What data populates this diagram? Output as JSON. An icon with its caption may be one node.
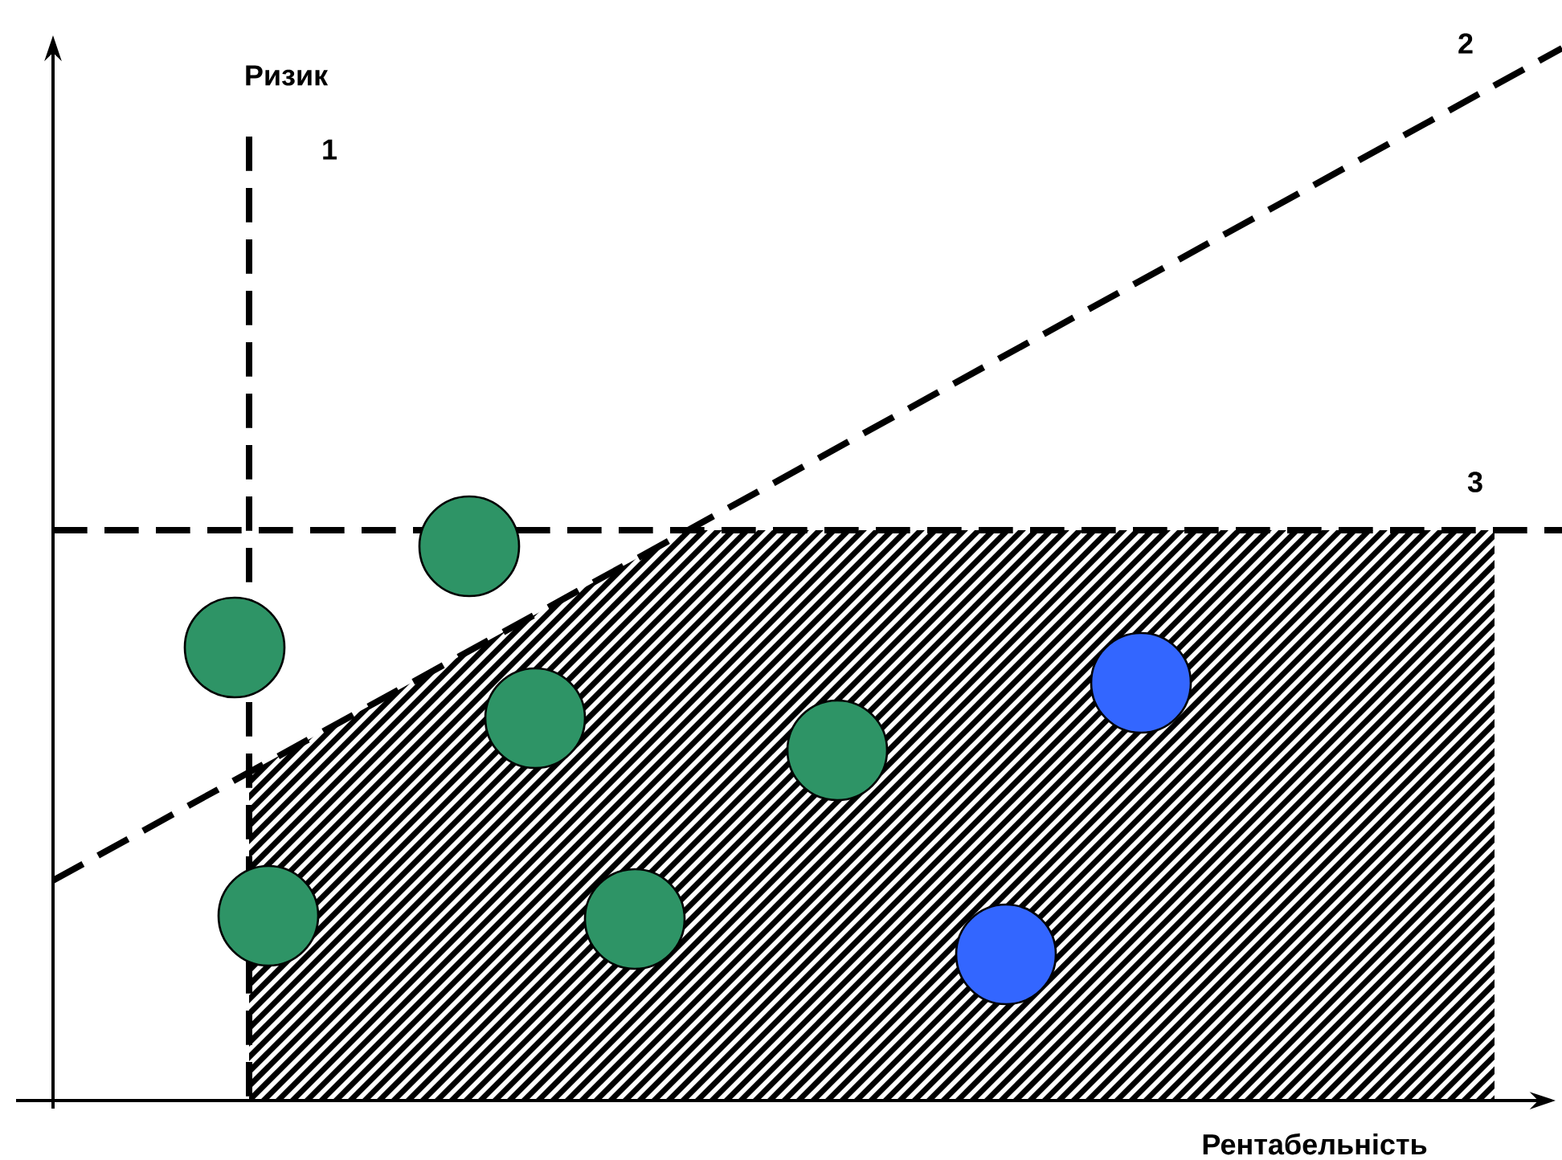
{
  "diagram": {
    "labels": [
      "Ризик",
      "1",
      "2",
      "3",
      "Рентабельність"
    ]
  }
}
